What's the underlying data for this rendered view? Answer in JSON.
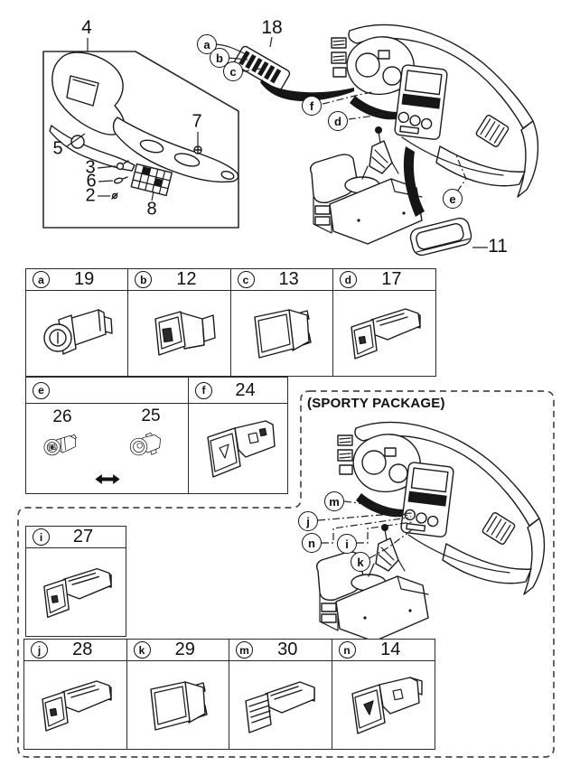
{
  "diagram": {
    "assembly": {
      "box_label": "4",
      "strip_label": "18",
      "tray_label": "11",
      "part_labels": {
        "p5": "5",
        "p3": "3",
        "p6": "6",
        "p2": "2",
        "p7": "7",
        "p8": "8"
      },
      "callouts": {
        "a": "a",
        "b": "b",
        "c": "c",
        "d": "d",
        "e": "e",
        "f": "f"
      }
    },
    "sporty": {
      "title": "(SPORTY PACKAGE)",
      "callouts": {
        "m": "m",
        "j": "j",
        "n": "n",
        "i": "i",
        "k": "k"
      }
    },
    "grid1_row1": [
      {
        "callout": "a",
        "part": "19"
      },
      {
        "callout": "b",
        "part": "12"
      },
      {
        "callout": "c",
        "part": "13"
      },
      {
        "callout": "d",
        "part": "17"
      }
    ],
    "grid1_row2": {
      "e_callout": "e",
      "e_left_part": "26",
      "e_right_part": "25",
      "f_callout": "f",
      "f_part": "24"
    },
    "grid2_single": {
      "callout": "i",
      "part": "27"
    },
    "grid2_row": [
      {
        "callout": "j",
        "part": "28"
      },
      {
        "callout": "k",
        "part": "29"
      },
      {
        "callout": "m",
        "part": "30"
      },
      {
        "callout": "n",
        "part": "14"
      }
    ]
  }
}
